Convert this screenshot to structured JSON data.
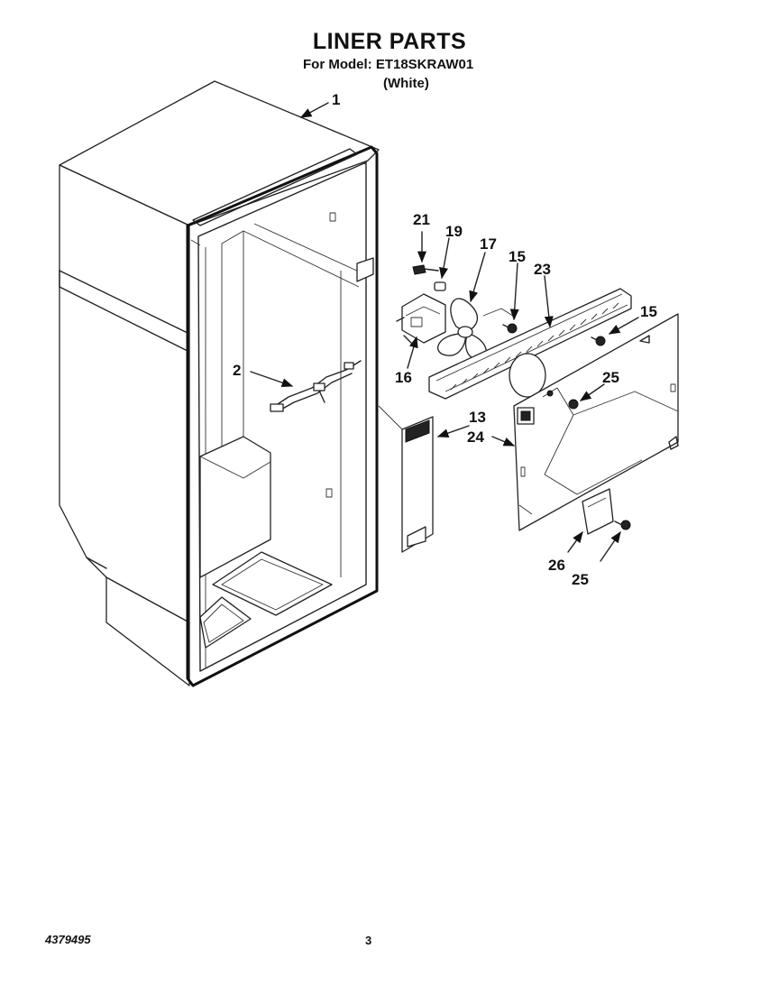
{
  "header": {
    "title": "LINER PARTS",
    "model_line": "For Model: ET18SKRAW01",
    "color_line": "(White)"
  },
  "callouts": {
    "c1": "1",
    "c2": "2",
    "c13": "13",
    "c15a": "15",
    "c15b": "15",
    "c16": "16",
    "c17": "17",
    "c19": "19",
    "c21": "21",
    "c23": "23",
    "c24": "24",
    "c25a": "25",
    "c25b": "25",
    "c26": "26"
  },
  "footer": {
    "doc_number": "4379495",
    "page_number": "3"
  }
}
